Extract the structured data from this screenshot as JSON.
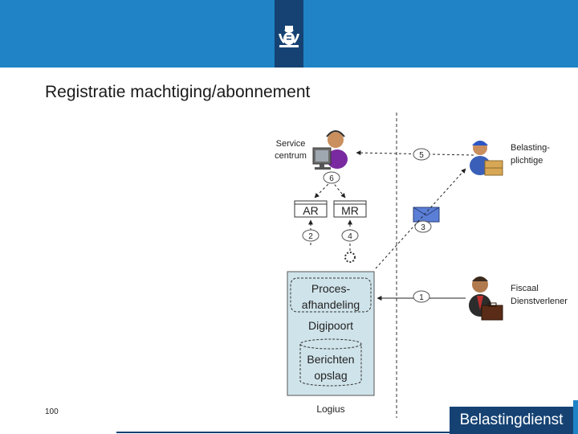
{
  "slide": {
    "title": "Registratie machtiging/abonnement",
    "page_number": "100",
    "brand": "Belastingdienst"
  },
  "diagram": {
    "actors": {
      "service_centrum": [
        "Service",
        "centrum"
      ],
      "belastingplichtige": [
        "Belasting-",
        "plichtige"
      ],
      "fiscaal_dienstverlener": [
        "Fiscaal",
        "Dienstverlener"
      ]
    },
    "registers": {
      "ar": "AR",
      "mr": "MR"
    },
    "logius": {
      "process": [
        "Proces-",
        "afhandeling"
      ],
      "digipoort": "Digipoort",
      "storage": [
        "Berichten",
        "opslag"
      ],
      "label": "Logius"
    },
    "steps": [
      "1",
      "2",
      "3",
      "4",
      "5",
      "6"
    ]
  },
  "colors": {
    "header": "#1f83c6",
    "logo_bar": "#154273",
    "digipoort_fill": "#cfe3ea",
    "envelope": "#5b7fd6"
  }
}
